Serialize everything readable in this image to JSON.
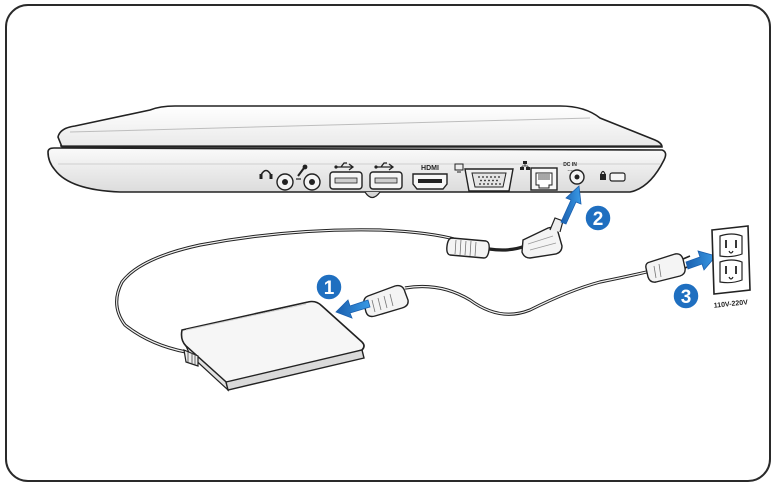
{
  "ports": {
    "hdmi_label": "HDMI",
    "dcin_label": "DC IN",
    "dcin_symbol": "---"
  },
  "steps": [
    "1",
    "2",
    "3"
  ],
  "outlet": {
    "voltage_label": "110V-220V"
  },
  "colors": {
    "step_badge": "#1f6fc0",
    "arrow": "#1f78c8",
    "frame": "#2a2a2a",
    "line": "#222222"
  },
  "icons": [
    "headphone-icon",
    "microphone-icon",
    "usb-icon",
    "usb-icon",
    "monitor-icon",
    "network-icon",
    "lock-icon"
  ]
}
